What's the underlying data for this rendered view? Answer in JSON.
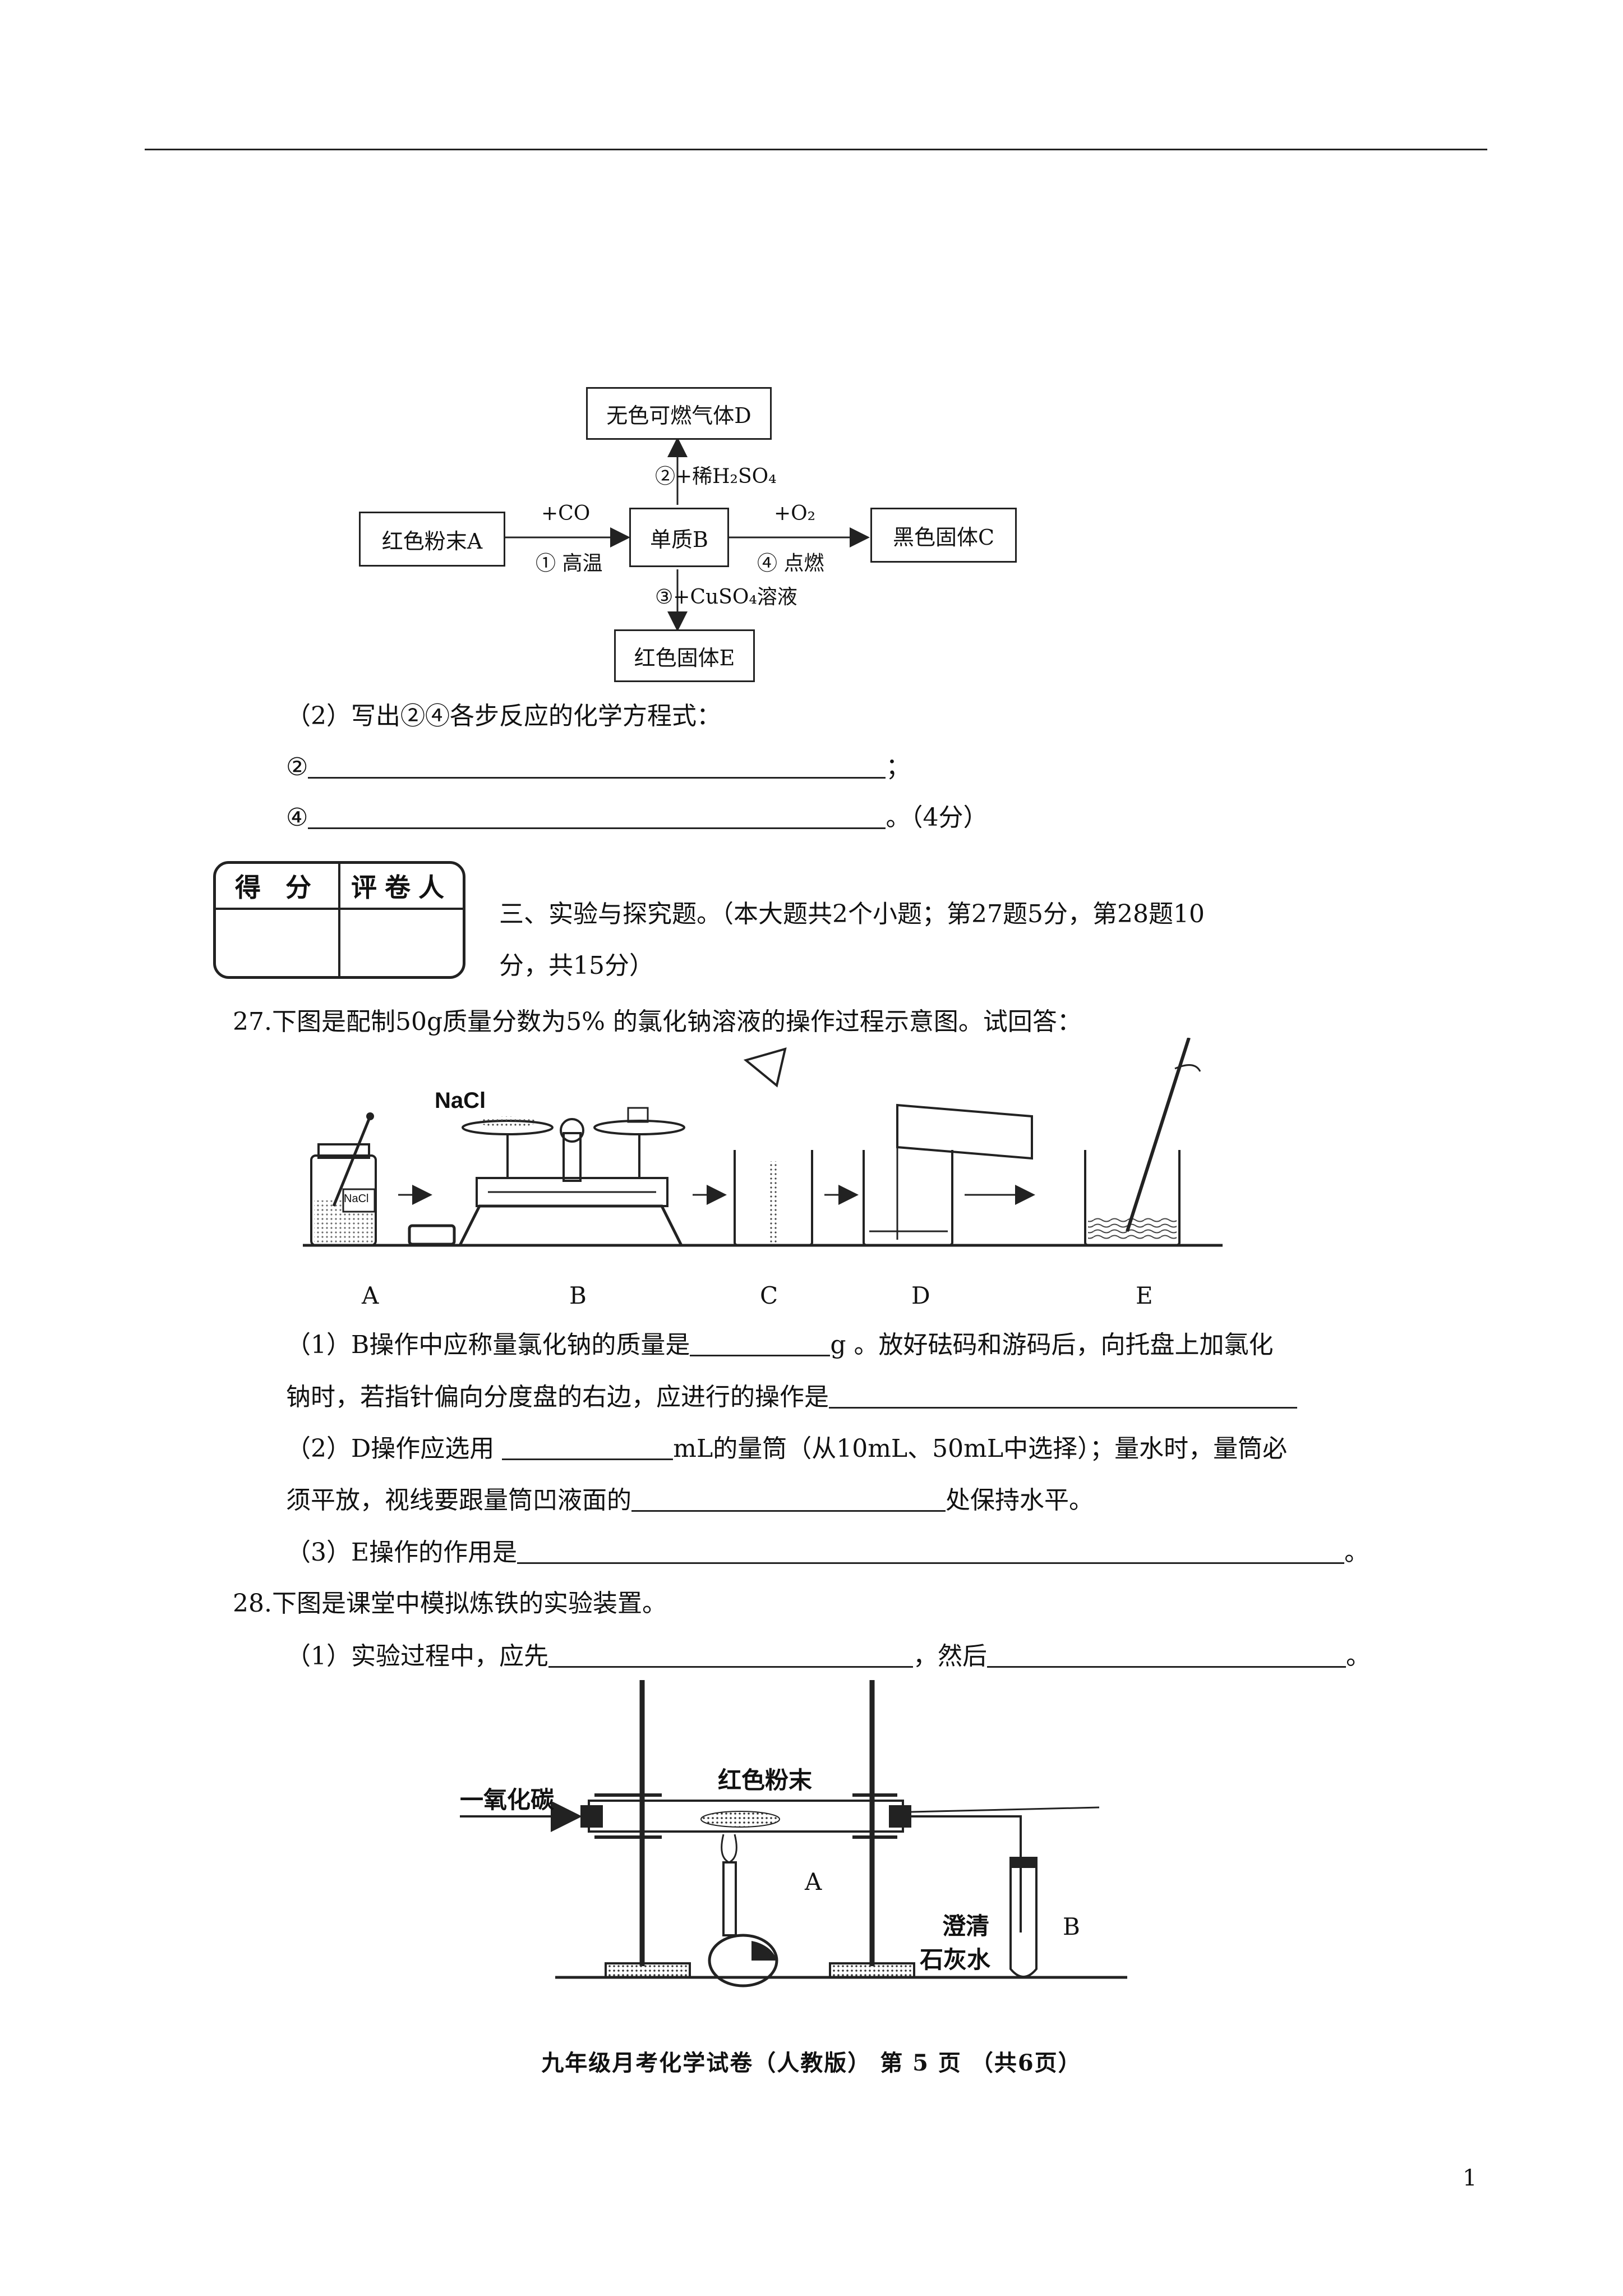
{
  "flowchart": {
    "box_d": "无色可燃气体D",
    "box_a": "红色粉末A",
    "box_b": "单质B",
    "box_c": "黑色固体C",
    "box_e": "红色固体E",
    "arrow1_top": "+CO",
    "arrow1_bottom": "①  高温",
    "arrow2": "②+稀H₂SO₄",
    "arrow3": "③+CuSO₄溶液",
    "arrow4_top": "+O₂",
    "arrow4_bottom": "④  点燃"
  },
  "q26_2": {
    "prompt": "（2）写出②④各步反应的化学方程式：",
    "line1_label": "②",
    "line1_end": "；",
    "line2_label": "④",
    "line2_end": "。（4分）"
  },
  "score_box": {
    "col1": "得 分",
    "col2": "评卷人"
  },
  "section3": {
    "line1": "三、实验与探究题。（本大题共2个小题；第27题5分，第28题10",
    "line2": "分，共15分）"
  },
  "q27": {
    "stem": "27.下图是配制50g质量分数为5% 的氯化钠溶液的操作过程示意图。试回答：",
    "nacl_label": "NaCl",
    "jar_label": "NaCl",
    "captions": [
      "A",
      "B",
      "C",
      "D",
      "E"
    ],
    "p1_a": "（1）B操作中应称量氯化钠的质量是",
    "p1_b": "g 。放好砝码和游码后，向托盘上加氯化",
    "p1_c": "钠时，若指针偏向分度盘的右边，应进行的操作是",
    "p2_a": "（2）D操作应选用",
    "p2_b": "mL的量筒（从10mL、50mL中选择）；量水时，量筒必",
    "p2_c": "须平放，视线要跟量筒凹液面的",
    "p2_d": "处保持水平。",
    "p3_a": "（3）E操作的作用是",
    "p3_end": "。"
  },
  "q28": {
    "stem": "28.下图是课堂中模拟炼铁的实验装置。",
    "p1_a": "（1）实验过程中，应先",
    "p1_b": "，然后",
    "p1_end": "。",
    "label_co": "一氧化碳",
    "label_powder": "红色粉末",
    "label_a": "A",
    "label_lime1": "澄清",
    "label_lime2": "石灰水",
    "label_b": "B"
  },
  "footer": "九年级月考化学试卷（人教版） 第 5 页 （共6页）",
  "page_number": "1"
}
